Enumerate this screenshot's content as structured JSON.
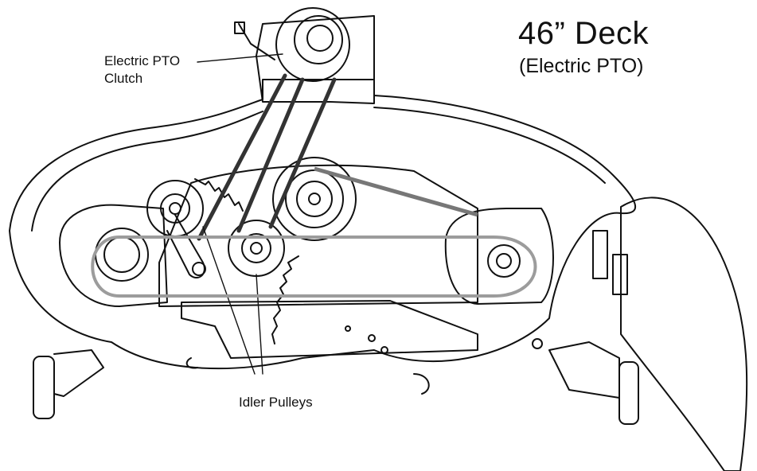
{
  "title": "46” Deck",
  "subtitle": "(Electric PTO)",
  "labels": {
    "pto_line1": "Electric PTO",
    "pto_line2": "Clutch",
    "idler": "Idler Pulleys"
  }
}
